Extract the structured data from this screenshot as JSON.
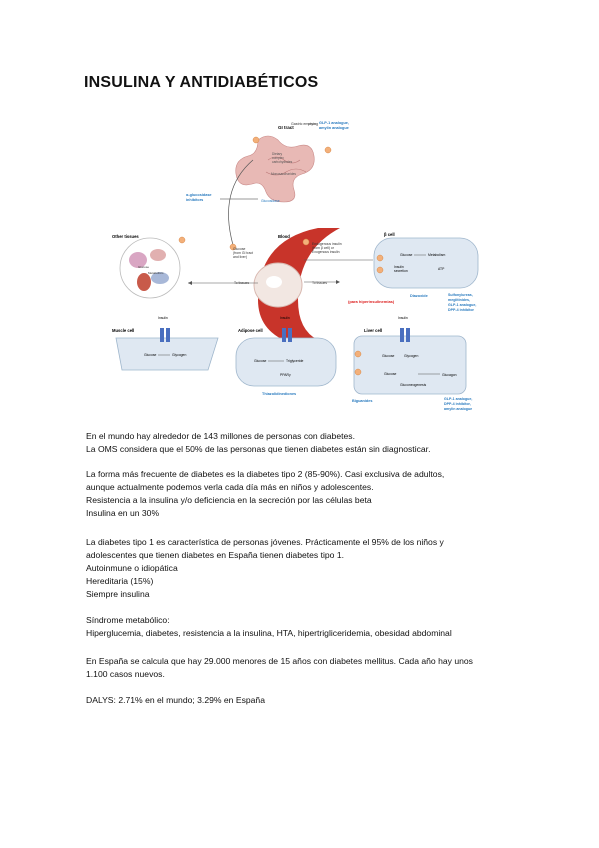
{
  "title": "INSULINA Y ANTIDIABÉTICOS",
  "figure": {
    "gi_tract": "GI tract",
    "gastric_emptying": "Gastric emptying",
    "glp1_amylin": [
      "GLP-1 analogue,",
      "amylin analogue"
    ],
    "dietary": [
      "Dietary",
      "complex",
      "carbohydrates"
    ],
    "monosaccharides": "Monosaccharides",
    "glucosidase": [
      "α-glucosidase",
      "inhibitors"
    ],
    "glucosidase_top": "Glucosidase",
    "other_tissues": "Other tissues",
    "glucose_small": "Glucose",
    "metabolism_small": "Metabolism",
    "blood": "Blood",
    "glucose_blood": [
      "Glucose",
      "(from GI tract",
      "and liver)"
    ],
    "endogenous": [
      "Endogenous insulin",
      "(from β cell) or",
      "Exogenous insulin"
    ],
    "to_tissues": "To tissues",
    "beta_cell": "β cell",
    "b_glucose": "Glucose",
    "b_metabolism": "Metabolism",
    "b_atp": "ATP",
    "b_secretion": [
      "Insulin",
      "secretion"
    ],
    "diazoxide": "Diazoxide",
    "hiper": "(para hiperinsulinemias)",
    "sulfonylureas": [
      "Sulfonylureas,",
      "meglitinides,",
      "GLP-1 analogue,",
      "DPP-4 inhibitor"
    ],
    "muscle_cell": "Muscle cell",
    "adipose_cell": "Adipose cell",
    "liver_cell": "Liver cell",
    "insulin": "Insulin",
    "glucose": "Glucose",
    "glycogen": "Glycogen",
    "triglyceride": "Triglyceride",
    "ppar": "PPARγ",
    "thiazolidinediones": "Thiazolidinediones",
    "gluconeogenesis": "Gluconeogenesis",
    "glucagon": "Glucagon",
    "biguanides": "Biguanides",
    "glp1_dpp4": [
      "GLP-1 analogue,",
      "DPP-4 inhibitor,",
      "amylin analogue"
    ]
  },
  "paragraphs": [
    "En el mundo hay alrededor de 143 millones de personas con diabetes.",
    "La OMS considera que el 50% de las personas que tienen diabetes están sin diagnosticar.",
    "La forma más frecuente de diabetes es la diabetes tipo 2 (85-90%). Casi exclusiva de adultos,",
    "aunque actualmente podemos verla cada día más en niños y adolescentes.",
    "Resistencia a la insulina y/o deficiencia en la secreción por las células beta",
    "Insulina en un 30%",
    "La diabetes tipo 1 es característica de personas jóvenes. Prácticamente el 95% de los niños y",
    "adolescentes que tienen diabetes en España tienen diabetes tipo 1.",
    "Autoinmune o idiopática",
    "Hereditaria (15%)",
    "Siempre insulina",
    "Síndrome metabólico:",
    "Hiperglucemia, diabetes, resistencia a la insulina, HTA, hipertrigliceridemia, obesidad abdominal",
    "En España se calcula que hay 29.000 menores de 15 años con diabetes mellitus. Cada año hay unos",
    "1.100 casos nuevos.",
    "DALYS: 2.71% en el mundo; 3.29% en España"
  ]
}
